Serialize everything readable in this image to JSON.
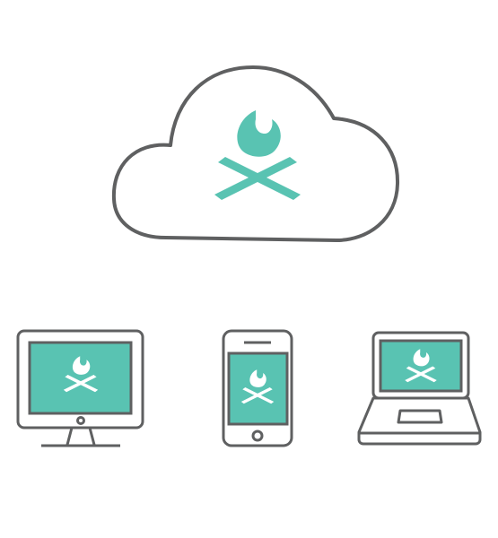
{
  "colors": {
    "background": "#ffffff",
    "outline": "#5f6061",
    "accent": "#59c3b2",
    "glyph": "#ffffff"
  },
  "illustration": {
    "cloud": {
      "icon": "campfire-icon"
    },
    "devices": [
      {
        "kind": "desktop-monitor",
        "icon": "campfire-icon"
      },
      {
        "kind": "smartphone",
        "icon": "campfire-icon"
      },
      {
        "kind": "laptop",
        "icon": "campfire-icon"
      }
    ]
  }
}
